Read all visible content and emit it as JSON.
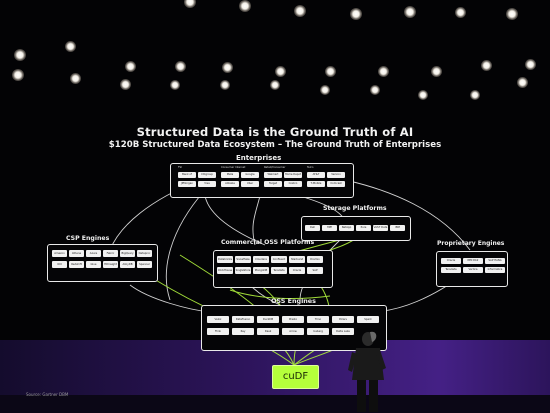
{
  "slide": {
    "title": "Structured Data is the Ground Truth of AI",
    "subtitle": "$120B Structured Data Ecosystem – The Ground Truth of Enterprises",
    "source": "Source: Gartner DBM"
  },
  "diagram": {
    "enterprises": {
      "label": "Enterprises",
      "column_headers": [
        "FSI",
        "Consumer Internet",
        "Retail/Consumer",
        "Telco"
      ],
      "chips": [
        "Bank of America",
        "Citigroup",
        "JPMorgan",
        "Visa",
        "Meta",
        "Google",
        "Alibaba",
        "Uber",
        "Walmart",
        "Home Depot",
        "Target",
        "Costco",
        "AT&T",
        "Verizon",
        "T-Mobile",
        "Comcast"
      ]
    },
    "storage_platforms": {
      "label": "Storage Platforms",
      "chips": [
        "Dell",
        "HPE",
        "NetApp",
        "Pure Storage",
        "VAST Data",
        "IBM"
      ]
    },
    "csp_engines": {
      "label": "CSP Engines",
      "chips": [
        "Amazon EMR",
        "Athena",
        "Azure Synapse",
        "Fabric",
        "BigQuery",
        "Dataproc",
        "OCI Dataflow",
        "Redshift",
        "Glue",
        "HDInsight",
        "AlloyDB",
        "Spanner"
      ]
    },
    "commercial_oss_platforms": {
      "label": "Commercial OSS Platforms",
      "chips": [
        "Databricks",
        "Snowflake",
        "Cloudera",
        "Confluent",
        "Starburst",
        "Dremio",
        "ClickHouse",
        "SingleStore",
        "MongoDB",
        "Teradata",
        "Oracle",
        "SAP"
      ]
    },
    "proprietary_engines": {
      "label": "Proprietary Engines",
      "chips": [
        "Oracle",
        "IBM Db2",
        "SAP HANA",
        "Teradata",
        "Vertica",
        "Informatica"
      ]
    },
    "oss_engines": {
      "label": "OSS Engines",
      "chips": [
        "Velox",
        "DataFusion",
        "DuckDB",
        "Presto",
        "Trino",
        "Polars",
        "Spark",
        "Flink",
        "Ray",
        "Dask",
        "Arrow",
        "Iceberg",
        "Delta Lake"
      ]
    },
    "cudf": {
      "label": "cuDF"
    }
  },
  "colors": {
    "background": "#030305",
    "box_border": "#e9e9e9",
    "chip": "#f1f1f1",
    "connector_white": "#dcdcdc",
    "connector_green": "#a8e63b",
    "cudf_fill": "#b5ff3b",
    "stage_purple": "#4a22a0"
  }
}
